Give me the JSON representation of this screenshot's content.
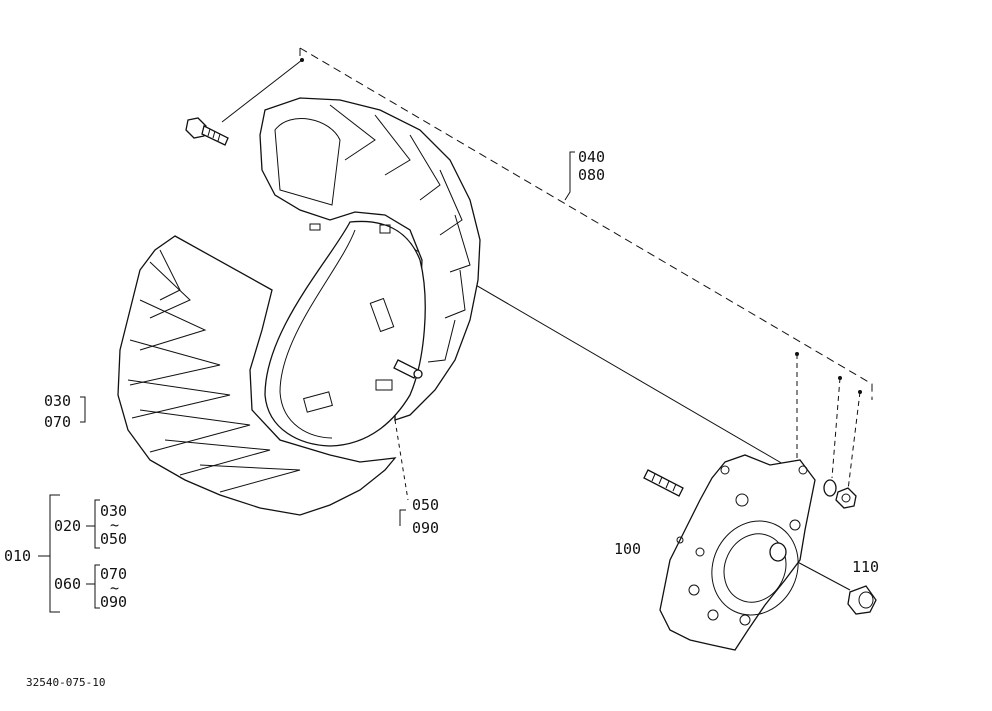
{
  "labels": {
    "l040": "040",
    "l080": "080",
    "l030": "030",
    "l070": "070",
    "l050": "050",
    "l090": "090",
    "l100": "100",
    "l110": "110",
    "l010": "010",
    "l020": "020",
    "l060": "060",
    "t020a": "030",
    "t020b": "050",
    "t060a": "070",
    "t060b": "090",
    "tilde": "~"
  },
  "figure_code": "32540-075-10"
}
